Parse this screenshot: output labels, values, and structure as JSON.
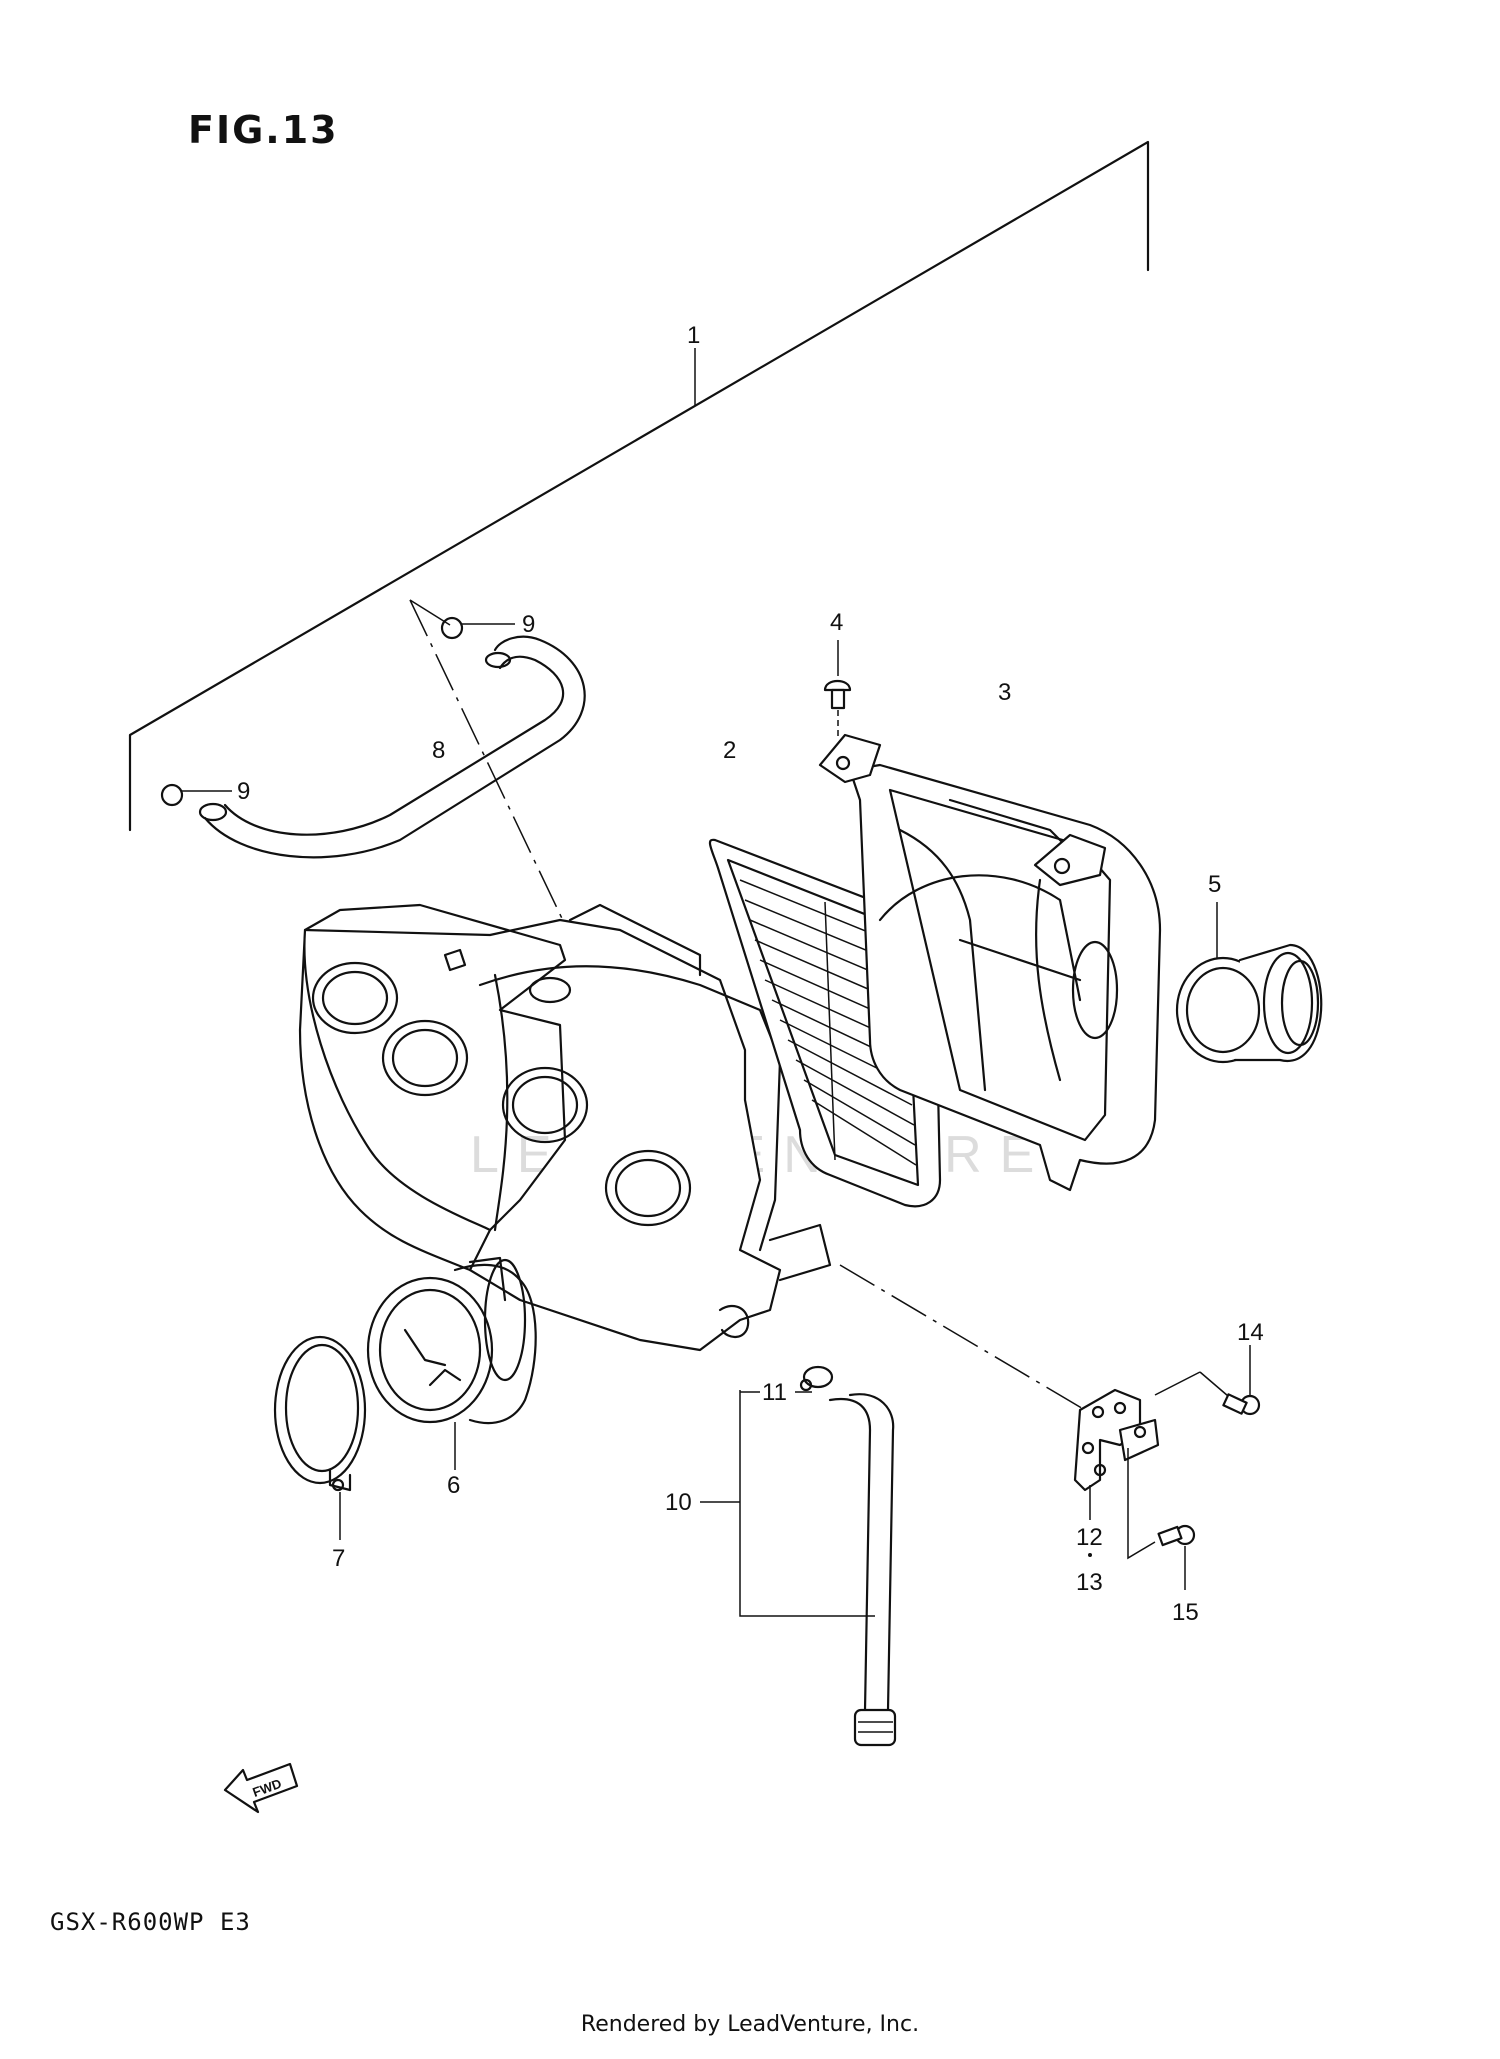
{
  "figure": {
    "title": "FIG.13"
  },
  "footer": {
    "model": "GSX-R600WP  E3",
    "rendered_by": "Rendered by LeadVenture, Inc."
  },
  "watermark": "LEADVENTURE",
  "fwd_label": "FWD",
  "callouts": [
    "1",
    "2",
    "3",
    "4",
    "5",
    "6",
    "7",
    "8",
    "9",
    "9",
    "10",
    "11",
    "12",
    "13",
    "14",
    "15"
  ]
}
